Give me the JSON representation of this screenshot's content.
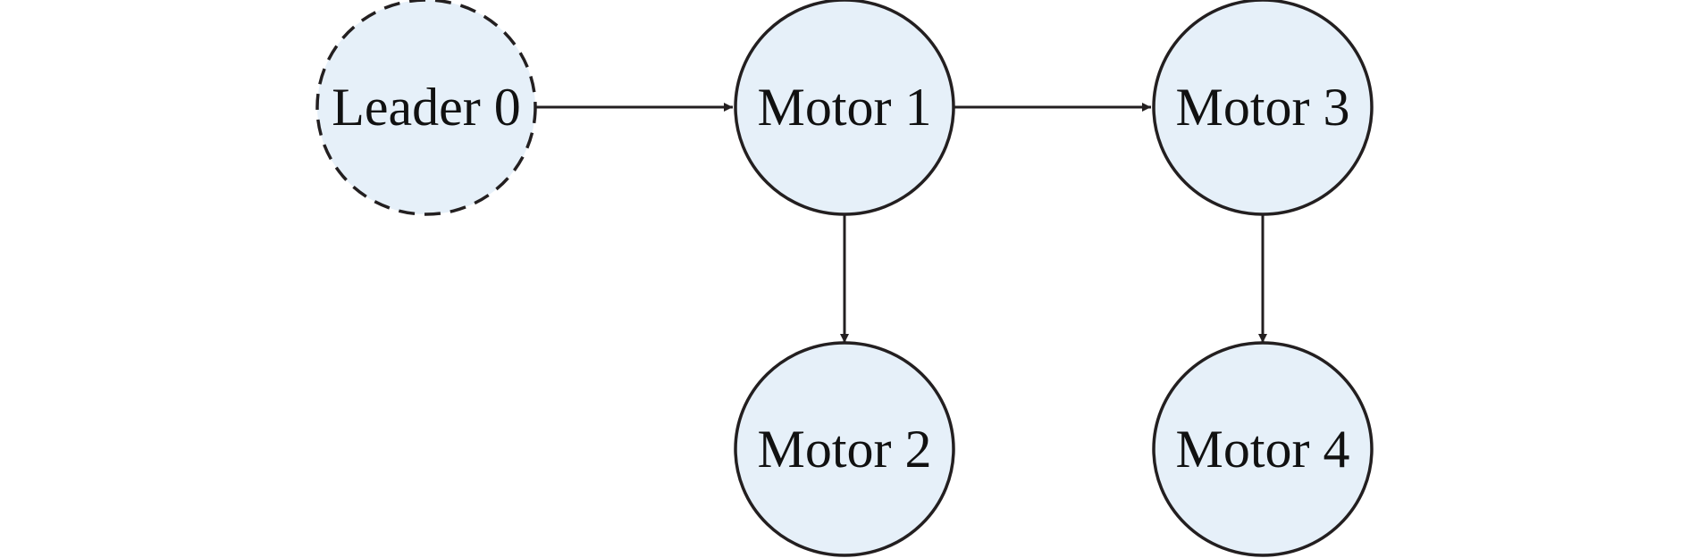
{
  "diagram": {
    "style": {
      "node_fill": "#e6f0f9",
      "stroke": "#231f20",
      "text_color": "#111111"
    },
    "nodes": [
      {
        "id": "leader0",
        "label": "Leader 0",
        "border": "dashed"
      },
      {
        "id": "motor1",
        "label": "Motor 1",
        "border": "solid"
      },
      {
        "id": "motor2",
        "label": "Motor 2",
        "border": "solid"
      },
      {
        "id": "motor3",
        "label": "Motor 3",
        "border": "solid"
      },
      {
        "id": "motor4",
        "label": "Motor 4",
        "border": "solid"
      }
    ],
    "edges": [
      {
        "from": "leader0",
        "to": "motor1"
      },
      {
        "from": "motor1",
        "to": "motor3"
      },
      {
        "from": "motor1",
        "to": "motor2"
      },
      {
        "from": "motor3",
        "to": "motor4"
      }
    ]
  }
}
